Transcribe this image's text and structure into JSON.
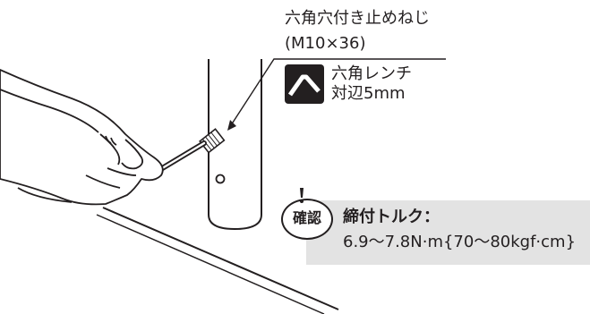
{
  "callout": {
    "bolt_name": "六角穴付き止めねじ",
    "bolt_spec": "(M10×36)",
    "tool_icon": "hex-wrench-icon",
    "tool_name": "六角レンチ",
    "tool_size": "対辺5mm"
  },
  "confirm": {
    "badge": "確認",
    "title": "締付トルク：",
    "value": "6.9～7.8N·m{70～80kgf·cm}",
    "background_color": "#e3e3e3"
  },
  "colors": {
    "line": "#231f20",
    "hand_fill": "#ffffff"
  }
}
